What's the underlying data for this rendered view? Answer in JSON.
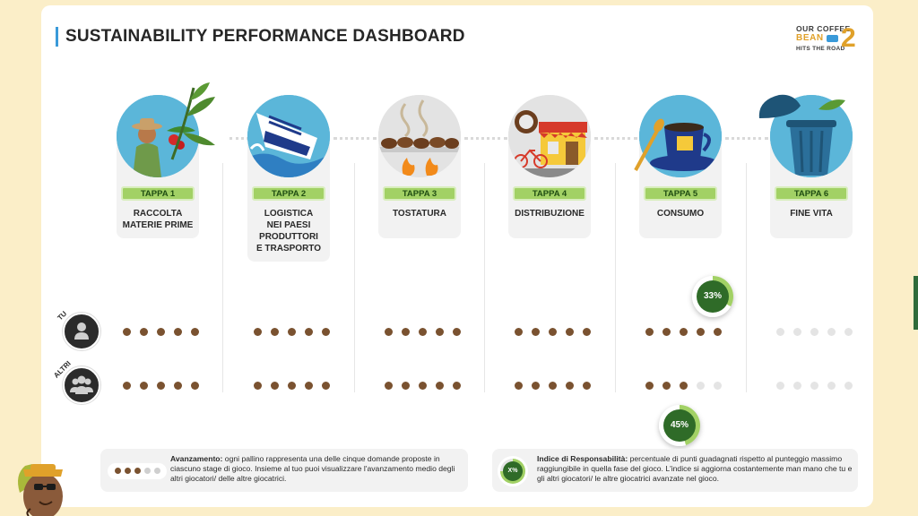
{
  "header": {
    "title": "SUSTAINABILITY PERFORMANCE DASHBOARD",
    "logo": {
      "line1": "OUR COFFEE",
      "line2": "BEAN",
      "line3": "HITS THE ROAD",
      "number": "2"
    }
  },
  "stages": [
    {
      "badge": "TAPPA 1",
      "label": "RACCOLTA\nMATERIE PRIME",
      "icon": "coffee-farmer-icon",
      "you_answered": 5,
      "others_answered": 5
    },
    {
      "badge": "TAPPA 2",
      "label": "LOGISTICA\nNEI PAESI\nPRODUTTORI\nE TRASPORTO",
      "icon": "cargo-ship-icon",
      "you_answered": 5,
      "others_answered": 5
    },
    {
      "badge": "TAPPA 3",
      "label": "TOSTATURA",
      "icon": "roasting-beans-icon",
      "you_answered": 5,
      "others_answered": 5
    },
    {
      "badge": "TAPPA 4",
      "label": "DISTRIBUZIONE",
      "icon": "coffee-shop-icon",
      "you_answered": 5,
      "others_answered": 5
    },
    {
      "badge": "TAPPA 5",
      "label": "CONSUMO",
      "icon": "coffee-cup-icon",
      "you_answered": 5,
      "others_answered": 3
    },
    {
      "badge": "TAPPA 6",
      "label": "FINE VITA",
      "icon": "trash-bin-icon",
      "you_answered": 0,
      "others_answered": 0
    }
  ],
  "players": {
    "you_label": "TU",
    "others_label": "ALTRI"
  },
  "indices": {
    "you": {
      "stage": "TAPPA 5",
      "value_label": "33%",
      "value": 33
    },
    "others": {
      "stage": "TAPPA 5",
      "value_label": "45%",
      "value": 45
    }
  },
  "legend_progress": {
    "title": "Avanzamento:",
    "text": " ogni pallino rappresenta una delle cinque domande proposte in ciascuno stage di gioco. Insieme al tuo puoi visualizzare l'avanzamento medio degli altri giocatori/ delle altre giocatrici."
  },
  "legend_index": {
    "badge": "X%",
    "title": "Indice di Responsabilità:",
    "text": " percentuale di punti guadagnati rispetto al punteggio massimo raggiungibile in quella fase del gioco. L'indice si aggiorna costantemente man mano che tu e gli altri giocatori/ le altre giocatrici avanzate nel gioco."
  },
  "colors": {
    "answered_dot": "#7a5230",
    "empty_dot": "#e4e4e4",
    "badge_green": "#a2d165",
    "index_green": "#2f6b28",
    "index_ring": "#a2d165",
    "accent_blue": "#3a9ad9"
  }
}
